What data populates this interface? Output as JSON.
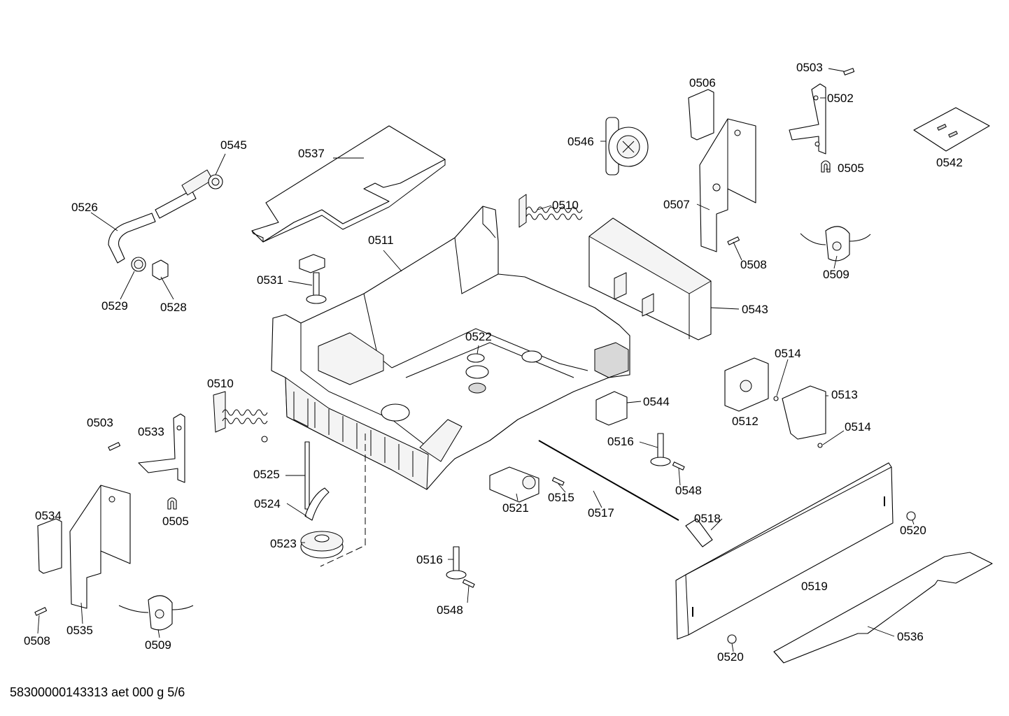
{
  "diagram": {
    "part_labels": {
      "p0503a": "0503",
      "p0502": "0502",
      "p0506": "0506",
      "p0545": "0545",
      "p0537": "0537",
      "p0546": "0546",
      "p0505a": "0505",
      "p0542": "0542",
      "p0526": "0526",
      "p0510a": "0510",
      "p0507": "0507",
      "p0511": "0511",
      "p0508a": "0508",
      "p0509a": "0509",
      "p0531": "0531",
      "p0529": "0529",
      "p0528": "0528",
      "p0543": "0543",
      "p0522": "0522",
      "p0514a": "0514",
      "p0510b": "0510",
      "p0513": "0513",
      "p0544": "0544",
      "p0503b": "0503",
      "p0512": "0512",
      "p0533": "0533",
      "p0514b": "0514",
      "p0516a": "0516",
      "p0525": "0525",
      "p0548a": "0548",
      "p0524": "0524",
      "p0521": "0521",
      "p0515": "0515",
      "p0517": "0517",
      "p0505b": "0505",
      "p0534": "0534",
      "p0518": "0518",
      "p0520a": "0520",
      "p0523": "0523",
      "p0516b": "0516",
      "p0519": "0519",
      "p0548b": "0548",
      "p0535": "0535",
      "p0536": "0536",
      "p0508b": "0508",
      "p0509b": "0509",
      "p0520b": "0520"
    },
    "footer_code": "58300000143313 aet 000 g 5/6"
  }
}
